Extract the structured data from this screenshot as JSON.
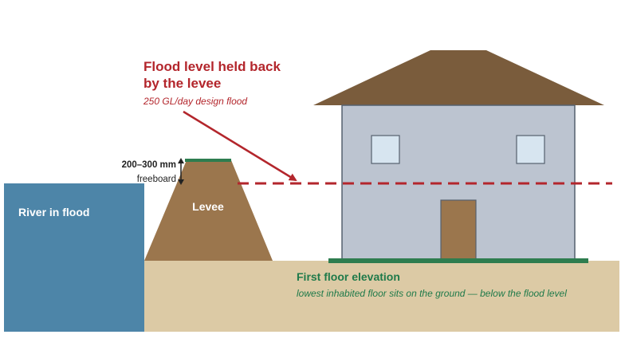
{
  "annotations": {
    "flood_title_line1": "Flood level held back",
    "flood_title_line2": "by the levee",
    "flood_subtitle": "250 GL/day design flood",
    "freeboard_value": "200–300 mm",
    "freeboard_label": "freeboard",
    "river_label": "River in flood",
    "levee_label": "Levee",
    "floor_title": "First floor elevation",
    "floor_subtitle": "lowest inhabited floor sits on the ground — below the flood level"
  },
  "colors": {
    "river": "#4d85a8",
    "ground": "#dccaa5",
    "levee": "#9b764d",
    "grass": "#2e7d4f",
    "house_wall": "#bcc4d0",
    "house_outline": "#55606e",
    "roof": "#7a5c3c",
    "window": "#d7e5f0",
    "door": "#9b764d",
    "flood_line": "#b3262c",
    "floor_text": "#1f7a4a",
    "dark_text": "#222222"
  }
}
